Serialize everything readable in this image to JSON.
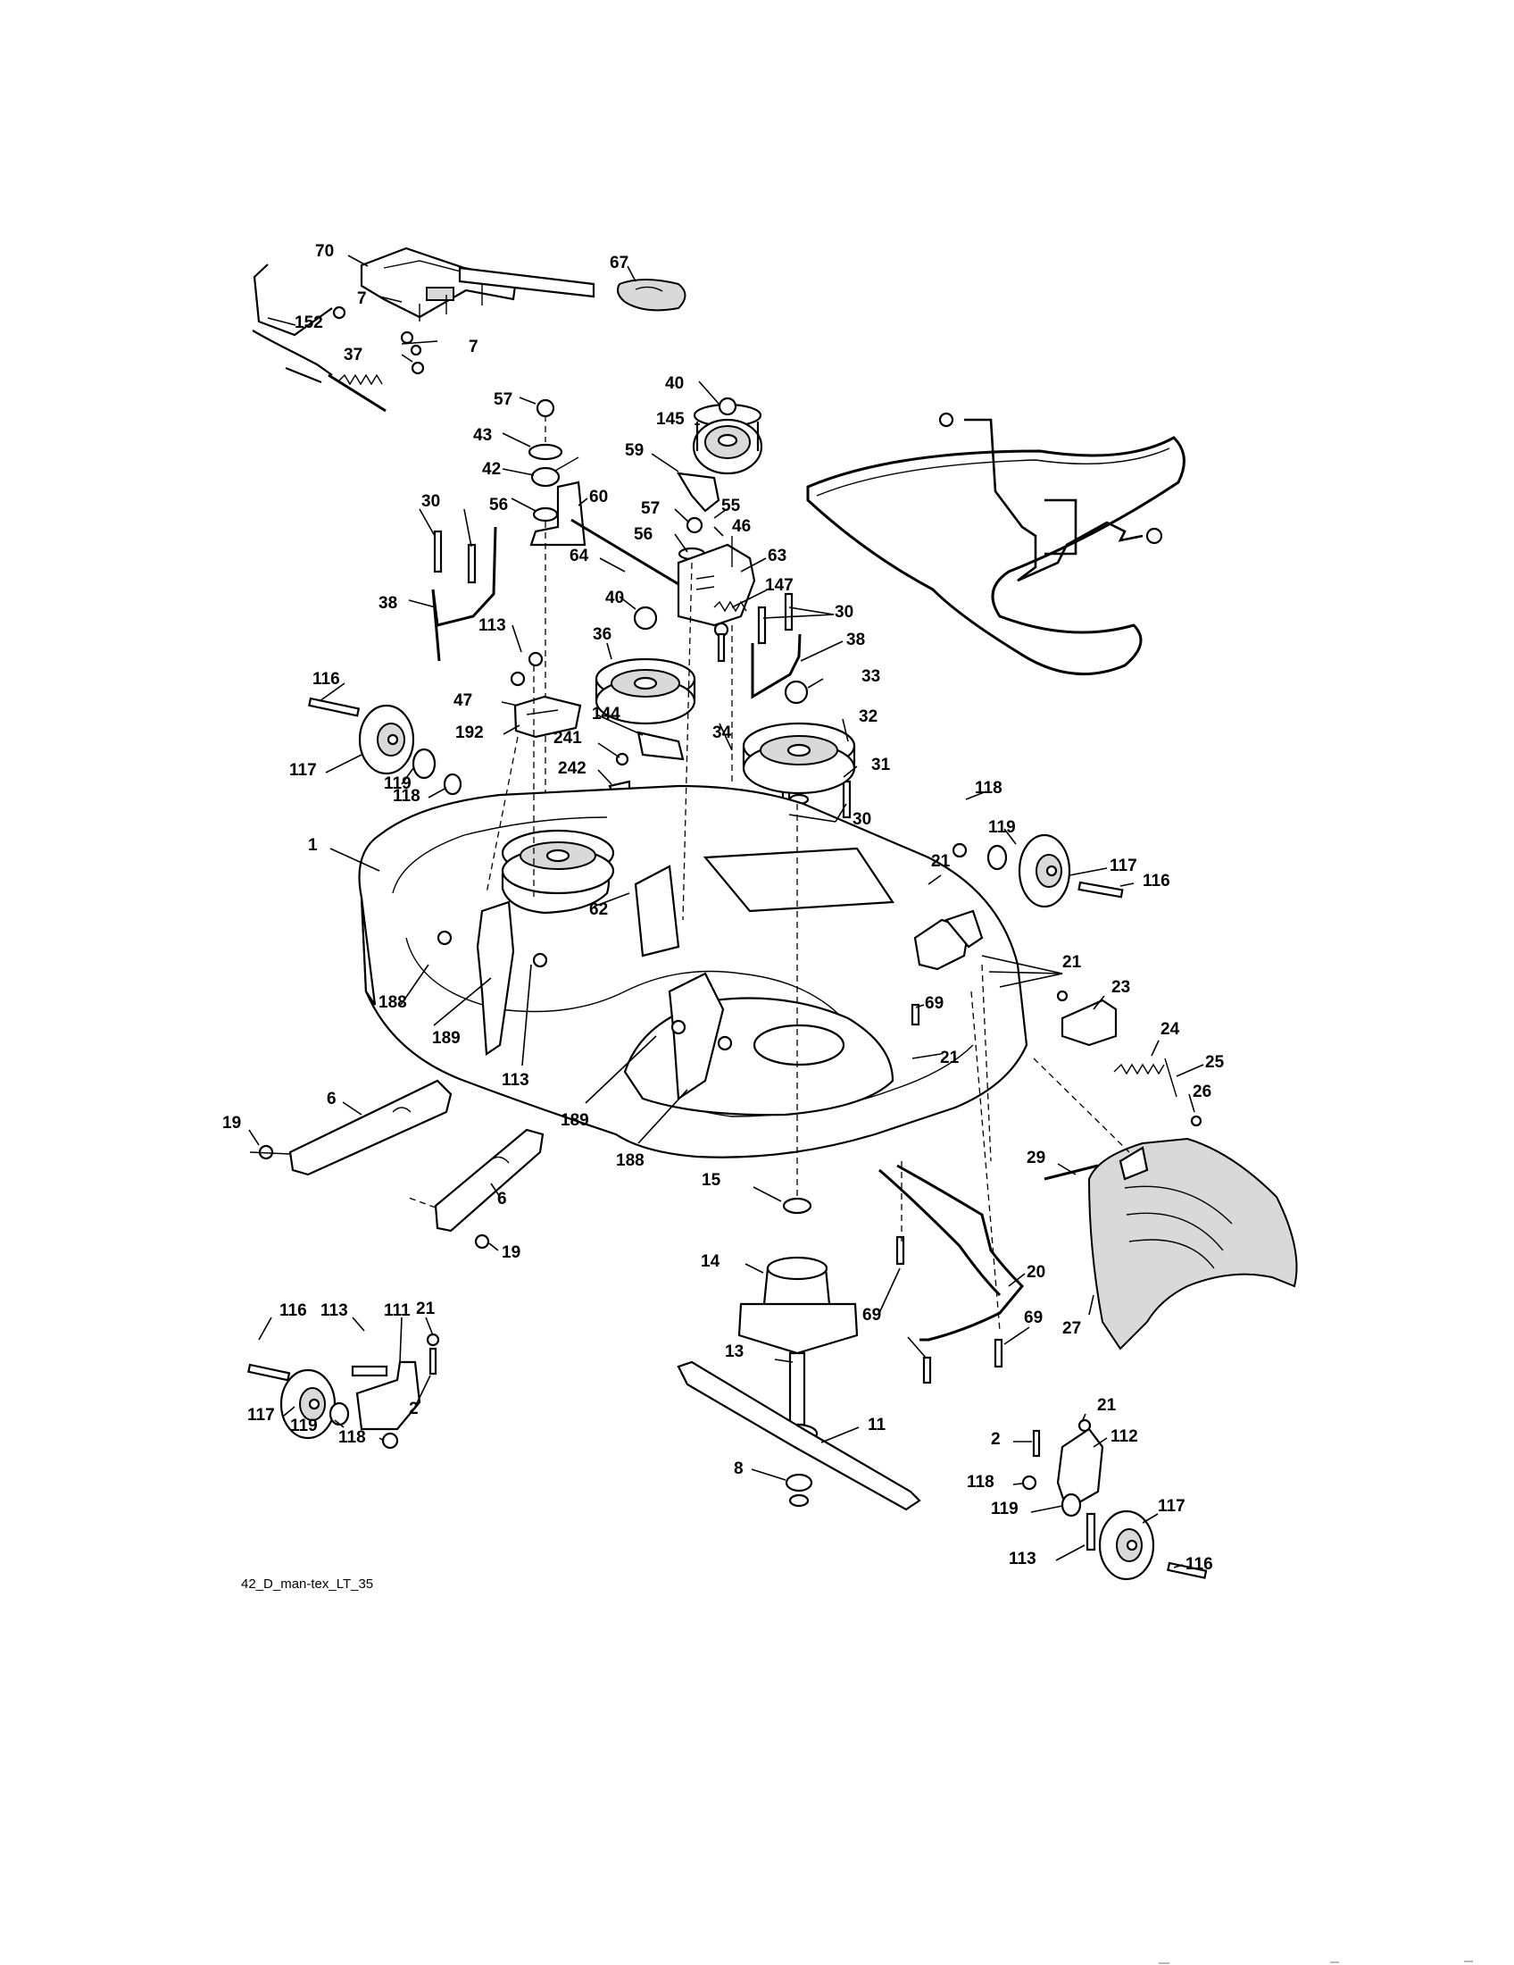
{
  "caption": "42_D_man-tex_LT_35",
  "callouts": [
    {
      "label": "70",
      "name": "callout-70"
    },
    {
      "label": "67",
      "name": "callout-67"
    },
    {
      "label": "7",
      "name": "callout-7a"
    },
    {
      "label": "152",
      "name": "callout-152"
    },
    {
      "label": "7",
      "name": "callout-7b"
    },
    {
      "label": "37",
      "name": "callout-37"
    },
    {
      "label": "57",
      "name": "callout-57a"
    },
    {
      "label": "43",
      "name": "callout-43"
    },
    {
      "label": "42",
      "name": "callout-42"
    },
    {
      "label": "56",
      "name": "callout-56a"
    },
    {
      "label": "60",
      "name": "callout-60"
    },
    {
      "label": "40",
      "name": "callout-40a"
    },
    {
      "label": "145",
      "name": "callout-145"
    },
    {
      "label": "59",
      "name": "callout-59"
    },
    {
      "label": "57",
      "name": "callout-57b"
    },
    {
      "label": "55",
      "name": "callout-55"
    },
    {
      "label": "56",
      "name": "callout-56b"
    },
    {
      "label": "46",
      "name": "callout-46"
    },
    {
      "label": "64",
      "name": "callout-64"
    },
    {
      "label": "63",
      "name": "callout-63"
    },
    {
      "label": "147",
      "name": "callout-147"
    },
    {
      "label": "30",
      "name": "callout-30a"
    },
    {
      "label": "38",
      "name": "callout-38a"
    },
    {
      "label": "113",
      "name": "callout-113a"
    },
    {
      "label": "40",
      "name": "callout-40b"
    },
    {
      "label": "30",
      "name": "callout-30b"
    },
    {
      "label": "38",
      "name": "callout-38b"
    },
    {
      "label": "36",
      "name": "callout-36"
    },
    {
      "label": "34",
      "name": "callout-34"
    },
    {
      "label": "33",
      "name": "callout-33"
    },
    {
      "label": "116",
      "name": "callout-116a"
    },
    {
      "label": "47",
      "name": "callout-47"
    },
    {
      "label": "192",
      "name": "callout-192"
    },
    {
      "label": "144",
      "name": "callout-144"
    },
    {
      "label": "32",
      "name": "callout-32"
    },
    {
      "label": "241",
      "name": "callout-241"
    },
    {
      "label": "117",
      "name": "callout-117a"
    },
    {
      "label": "119",
      "name": "callout-119a"
    },
    {
      "label": "242",
      "name": "callout-242"
    },
    {
      "label": "31",
      "name": "callout-31"
    },
    {
      "label": "118",
      "name": "callout-118a"
    },
    {
      "label": "118",
      "name": "callout-118b"
    },
    {
      "label": "30",
      "name": "callout-30c"
    },
    {
      "label": "119",
      "name": "callout-119b"
    },
    {
      "label": "117",
      "name": "callout-117b"
    },
    {
      "label": "1",
      "name": "callout-1"
    },
    {
      "label": "21",
      "name": "callout-21a"
    },
    {
      "label": "116",
      "name": "callout-116b"
    },
    {
      "label": "62",
      "name": "callout-62"
    },
    {
      "label": "21",
      "name": "callout-21b"
    },
    {
      "label": "23",
      "name": "callout-23"
    },
    {
      "label": "69",
      "name": "callout-69a"
    },
    {
      "label": "188",
      "name": "callout-188a"
    },
    {
      "label": "189",
      "name": "callout-189a"
    },
    {
      "label": "24",
      "name": "callout-24"
    },
    {
      "label": "21",
      "name": "callout-21c"
    },
    {
      "label": "25",
      "name": "callout-25"
    },
    {
      "label": "113",
      "name": "callout-113b"
    },
    {
      "label": "26",
      "name": "callout-26"
    },
    {
      "label": "6",
      "name": "callout-6a"
    },
    {
      "label": "19",
      "name": "callout-19a"
    },
    {
      "label": "189",
      "name": "callout-189b"
    },
    {
      "label": "188",
      "name": "callout-188b"
    },
    {
      "label": "29",
      "name": "callout-29"
    },
    {
      "label": "15",
      "name": "callout-15"
    },
    {
      "label": "6",
      "name": "callout-6b"
    },
    {
      "label": "19",
      "name": "callout-19b"
    },
    {
      "label": "14",
      "name": "callout-14"
    },
    {
      "label": "20",
      "name": "callout-20"
    },
    {
      "label": "21",
      "name": "callout-21d"
    },
    {
      "label": "116",
      "name": "callout-116c"
    },
    {
      "label": "113",
      "name": "callout-113c"
    },
    {
      "label": "111",
      "name": "callout-111"
    },
    {
      "label": "69",
      "name": "callout-69b"
    },
    {
      "label": "69",
      "name": "callout-69c"
    },
    {
      "label": "27",
      "name": "callout-27"
    },
    {
      "label": "13",
      "name": "callout-13"
    },
    {
      "label": "2",
      "name": "callout-2a"
    },
    {
      "label": "117",
      "name": "callout-117c"
    },
    {
      "label": "119",
      "name": "callout-119c"
    },
    {
      "label": "118",
      "name": "callout-118c"
    },
    {
      "label": "11",
      "name": "callout-11"
    },
    {
      "label": "21",
      "name": "callout-21e"
    },
    {
      "label": "2",
      "name": "callout-2b"
    },
    {
      "label": "112",
      "name": "callout-112"
    },
    {
      "label": "118",
      "name": "callout-118d"
    },
    {
      "label": "8",
      "name": "callout-8"
    },
    {
      "label": "119",
      "name": "callout-119d"
    },
    {
      "label": "117",
      "name": "callout-117d"
    },
    {
      "label": "113",
      "name": "callout-113d"
    },
    {
      "label": "116",
      "name": "callout-116d"
    }
  ]
}
